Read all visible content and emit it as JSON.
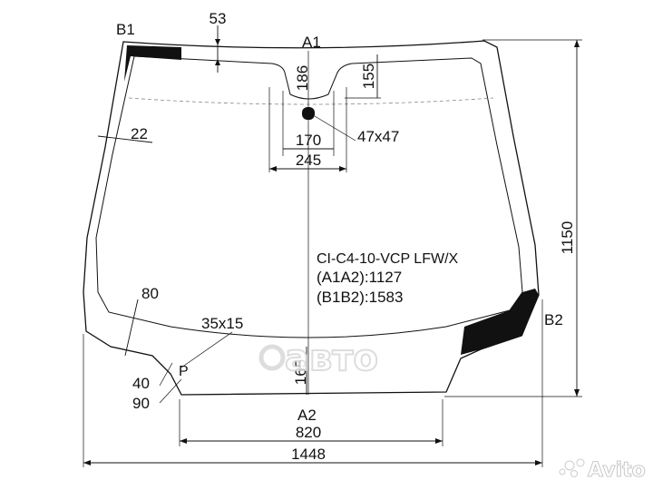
{
  "points": {
    "b1": "B1",
    "a1": "A1",
    "b2": "B2",
    "a2": "A2"
  },
  "dimensions": {
    "top_offset": "53",
    "sensor_height": "186",
    "mirror_height": "155",
    "sensor_size": "47x47",
    "sensor_width_inner": "170",
    "sensor_width_outer": "245",
    "band_width": "22",
    "side_band": "80",
    "stamp_size": "35x15",
    "vin_height": "165",
    "corner_40": "40",
    "corner_90": "90",
    "bottom_width": "820",
    "overall_width": "1448",
    "overall_height": "1150"
  },
  "spec": {
    "code": "CI-C4-10-VCP LFW/X",
    "a1a2": "(A1A2):1127",
    "b1b2": "(B1B2):1583"
  },
  "watermarks": {
    "center": "авто",
    "brand": "Avito"
  },
  "colors": {
    "line": "#111111",
    "frit": "#111111",
    "background": "#ffffff"
  }
}
